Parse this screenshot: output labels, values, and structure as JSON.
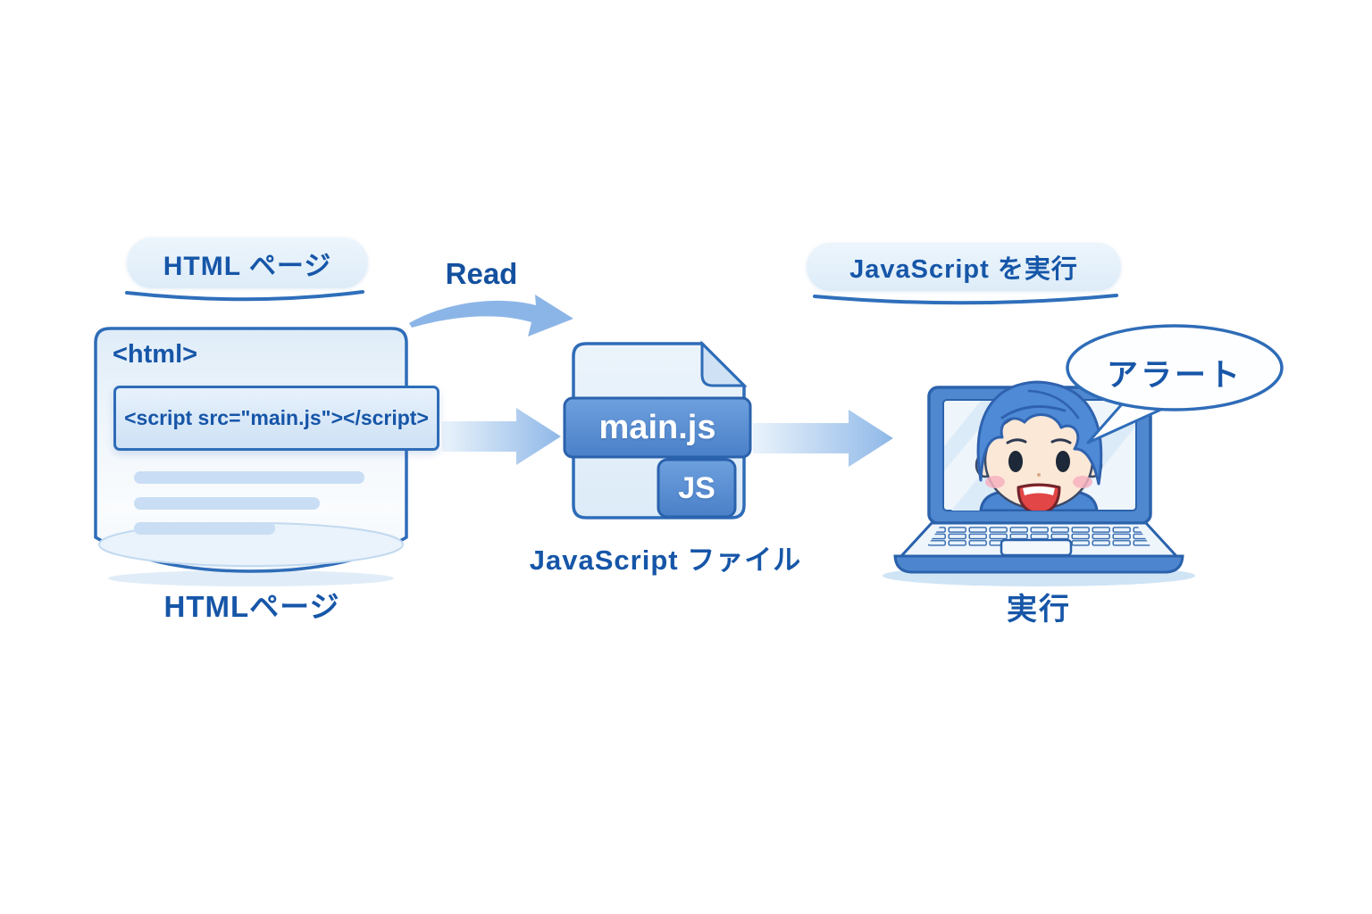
{
  "palette": {
    "text_blue": "#1656a8",
    "border_blue": "#2e6cb8",
    "banner_blue": "#4a80c8",
    "pill_bg": "#e8f2fb",
    "arrow_blue": "#8fb8e8"
  },
  "source": {
    "pill_label": "HTML ページ",
    "page": {
      "html_tag": "<html>",
      "script_line": "<script src=\"main.js\"></script>"
    },
    "caption": "HTMLページ"
  },
  "flow": {
    "read_label": "Read"
  },
  "js_file": {
    "name": "main.js",
    "badge": "JS",
    "caption": "JavaScript ファイル"
  },
  "execution": {
    "pill_label": "JavaScript を実行",
    "speech_bubble": "アラート",
    "caption": "実行"
  }
}
